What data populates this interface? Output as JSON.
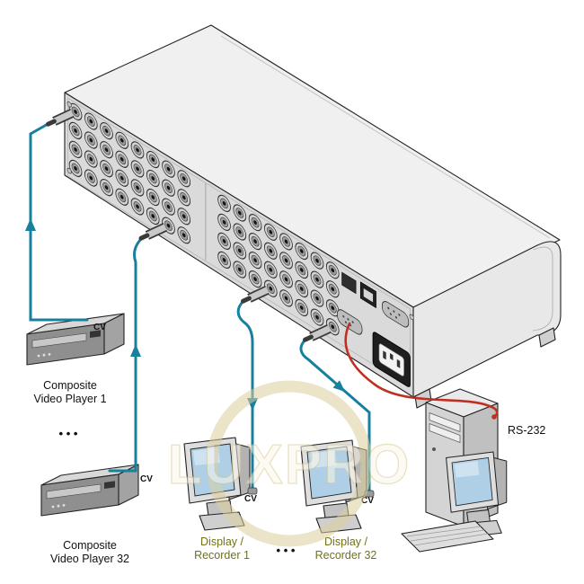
{
  "labels": {
    "cv": "CV",
    "rs232": "RS-232",
    "player1": [
      "Composite",
      "Video Player 1"
    ],
    "player32": [
      "Composite",
      "Video Player 32"
    ],
    "display1": [
      "Display /",
      "Recorder 1"
    ],
    "display32": [
      "Display /",
      "Recorder 32"
    ],
    "players_ellipsis": "• • •",
    "displays_ellipsis": "• • •"
  },
  "watermark": {
    "text": "LUXPRO"
  },
  "colors": {
    "cable_video": "#17809e",
    "cable_rs232": "#c03022",
    "screen_blue": "#aecfe6",
    "label_display": "#71711c",
    "watermark_tan": "#dccf9e"
  }
}
